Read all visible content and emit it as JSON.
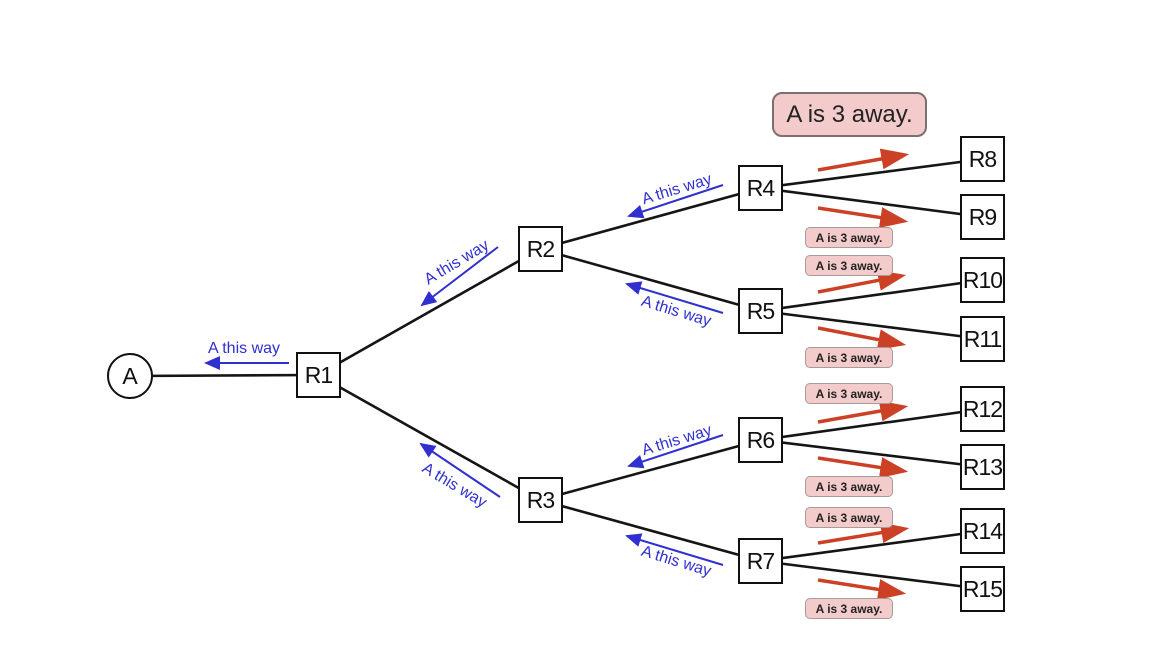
{
  "diagram": {
    "headline_badge": "A is 3 away.",
    "nodes": {
      "a": "A",
      "r1": "R1",
      "r2": "R2",
      "r3": "R3",
      "r4": "R4",
      "r5": "R5",
      "r6": "R6",
      "r7": "R7",
      "r8": "R8",
      "r9": "R9",
      "r10": "R10",
      "r11": "R11",
      "r12": "R12",
      "r13": "R13",
      "r14": "R14",
      "r15": "R15"
    },
    "edges": [
      "A-R1",
      "R1-R2",
      "R1-R3",
      "R2-R4",
      "R2-R5",
      "R3-R6",
      "R3-R7",
      "R4-R8",
      "R4-R9",
      "R5-R10",
      "R5-R11",
      "R6-R12",
      "R6-R13",
      "R7-R14",
      "R7-R15"
    ],
    "direction_labels": [
      "A this way",
      "A this way",
      "A this way",
      "A this way",
      "A this way",
      "A this way",
      "A this way"
    ],
    "away_badges": [
      "A is 3 away.",
      "A is 3 away.",
      "A is 3 away.",
      "A is 3 away.",
      "A is 3 away.",
      "A is 3 away.",
      "A is 3 away."
    ],
    "colors": {
      "edge": "#151515",
      "direction_arrow": "#3030d0",
      "away_arrow": "#cc4125",
      "badge_background": "#f3cbcb",
      "badge_border_big": "#7d6f6f",
      "badge_border_small": "#a79b9b",
      "badge_text": "#222222",
      "node_border": "#111111",
      "background": "#ffffff"
    }
  }
}
